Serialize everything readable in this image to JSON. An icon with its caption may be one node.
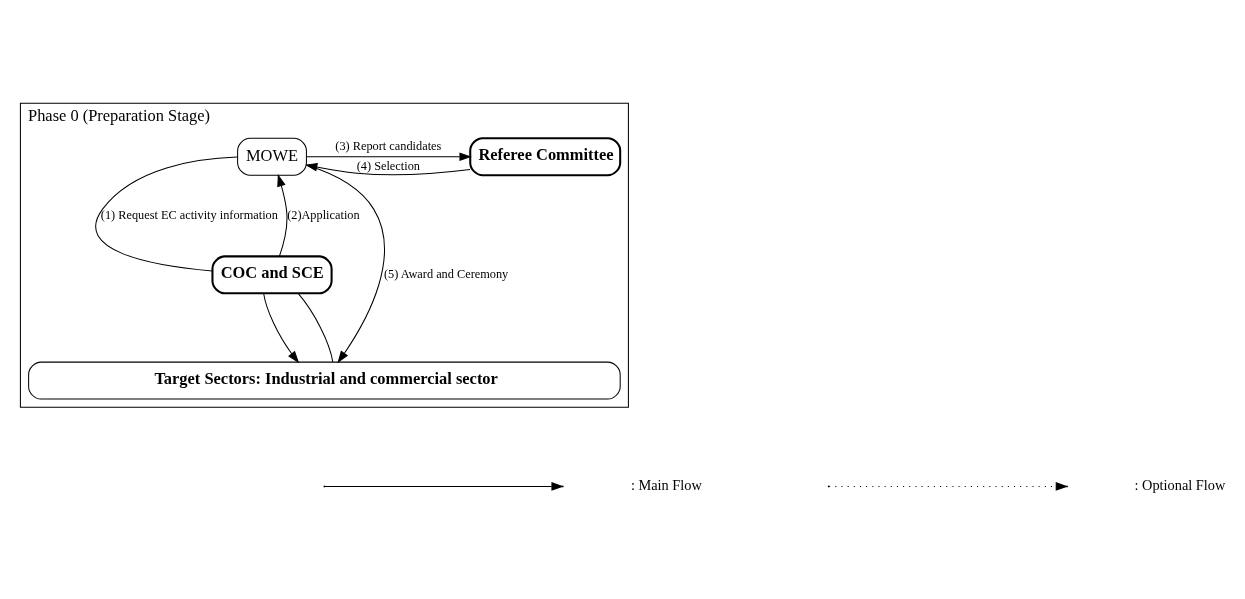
{
  "diagram": {
    "nodes": [
      {
        "text": [
          "Phase 0 (Preparation Stage)"
        ]
      },
      {
        "text": [
          "Referee Committee"
        ],
        "in": 0
      },
      {
        "text": [
          "MOWE"
        ],
        "in": 0
      },
      {
        "text": [
          "COC and SCE"
        ],
        "in": 0
      },
      {
        "text": [
          "Target Sectors: Industrial and commercial sector"
        ],
        "in": 0
      }
    ],
    "edges": [
      {
        "from": 2,
        "to": 1,
        "arrow": "to",
        "label": "(3) Report candidates"
      },
      {
        "from": 1,
        "to": 2,
        "arrow": "to",
        "label": "(4) Selection"
      },
      {
        "from": 2,
        "to": 3,
        "arrow": "none",
        "label": "(1) Request EC activity information"
      },
      {
        "from": 3,
        "to": 4,
        "arrow": "to"
      },
      {
        "from": 4,
        "to": 3,
        "arrow": "none"
      },
      {
        "from": 3,
        "to": 2,
        "arrow": "to",
        "label": "(2)Application"
      },
      {
        "from": 2,
        "to": 4,
        "arrow": "to",
        "label": "(5) Award and Ceremony"
      }
    ],
    "legend": [
      {
        "text": ": Main Flow"
      },
      {
        "text": ": Optional Flow"
      }
    ]
  }
}
